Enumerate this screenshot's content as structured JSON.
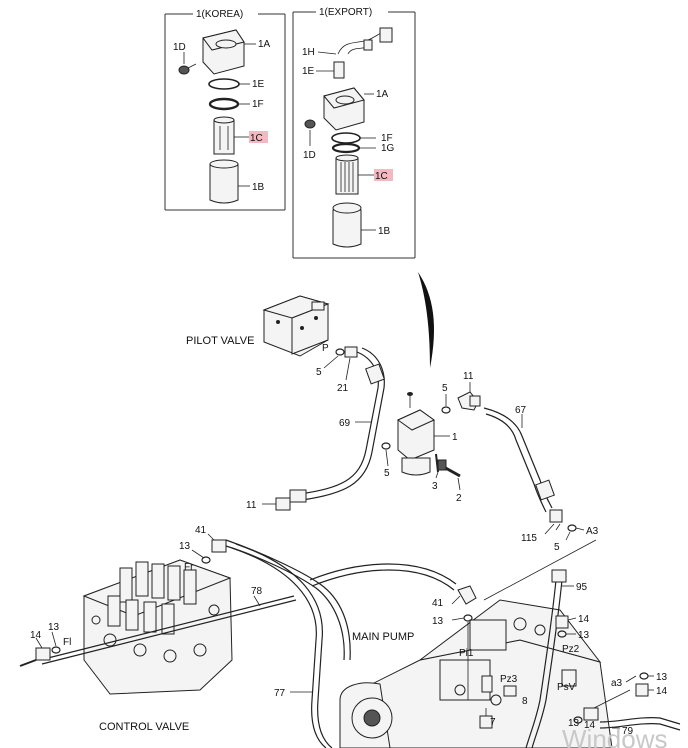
{
  "diagram": {
    "kit_korea": {
      "title": "1(KOREA)",
      "labels": {
        "d": "1D",
        "a": "1A",
        "e": "1E",
        "f": "1F",
        "c": "1C",
        "b": "1B"
      }
    },
    "kit_export": {
      "title": "1(EXPORT)",
      "labels": {
        "h": "1H",
        "e": "1E",
        "a": "1A",
        "f": "1F",
        "g": "1G",
        "d": "1D",
        "c": "1C",
        "b": "1B"
      }
    },
    "components": {
      "pilot_valve": "PILOT VALVE",
      "main_pump": "MAIN PUMP",
      "control_valve": "CONTROL VALVE"
    },
    "callouts": {
      "p": "P",
      "n5a": "5",
      "n21": "21",
      "n69": "69",
      "n5b": "5",
      "n5c": "5",
      "n11a": "11",
      "n1": "1",
      "n67": "67",
      "n3": "3",
      "n2": "2",
      "n11b": "11",
      "n115": "115",
      "n5d": "5",
      "a3a": "A3",
      "n41a": "41",
      "n13a": "13",
      "fr": "Fr",
      "n78": "78",
      "n13b": "13",
      "n14a": "14",
      "fl": "Fl",
      "n95": "95",
      "n41b": "41",
      "n13c": "13",
      "n14b": "14",
      "n13d": "13",
      "pz2": "Pz2",
      "pi1": "Pi1",
      "pz3": "Pz3",
      "n8": "8",
      "psv": "PsV",
      "a3b": "a3",
      "n13e": "13",
      "n14c": "14",
      "n77": "77",
      "n7": "7",
      "n13f": "13",
      "n14d": "14",
      "n79": "79"
    },
    "watermark": "Windows",
    "highlight_color": "#f3b9c2"
  }
}
